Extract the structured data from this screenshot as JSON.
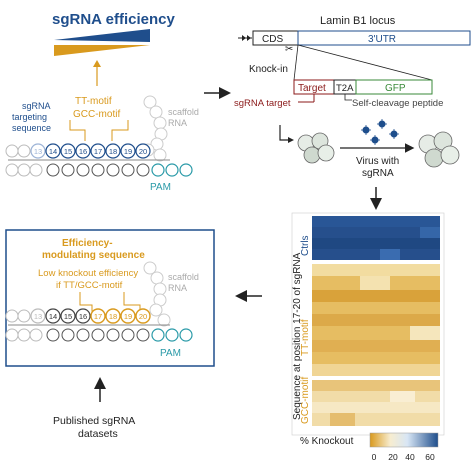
{
  "efficiency": {
    "title": "sgRNA efficiency",
    "targeting_label_1": "sgRNA",
    "targeting_label_2": "targeting",
    "targeting_label_3": "sequence",
    "motif_1": "TT-motif",
    "motif_2": "GCC-motif",
    "scaffold_1": "scaffold",
    "scaffold_2": "RNA",
    "positions": [
      "13",
      "14",
      "15",
      "16",
      "17",
      "18",
      "19",
      "20"
    ],
    "pam": "PAM"
  },
  "locus": {
    "title": "Lamin B1 locus",
    "cds": "CDS",
    "utr": "3'UTR",
    "knockin": "Knock-in",
    "target": "Target",
    "t2a": "T2A",
    "gfp": "GFP",
    "sgrna_target": "sgRNA target",
    "self_cleavage": "Self-cleavage peptide",
    "virus_1": "Virus with",
    "virus_2": "sgRNA"
  },
  "heatmap": {
    "ylabel": "Sequence at position 17-20 of sgRNA",
    "groups": [
      "Ctrls",
      "TT-motif",
      "GCC-motif"
    ],
    "legend_label": "% Knockout",
    "ticks": [
      "0",
      "20",
      "40",
      "60"
    ]
  },
  "modulating": {
    "title_1": "Efficiency-",
    "title_2": "modulating sequence",
    "note_1": "Low knockout efficiency",
    "note_2": "if TT/GCC-motif",
    "scaffold_1": "scaffold",
    "scaffold_2": "RNA",
    "positions": [
      "13",
      "14",
      "15",
      "16",
      "17",
      "18",
      "19",
      "20"
    ],
    "pam": "PAM"
  },
  "published": {
    "line_1": "Published sgRNA",
    "line_2": "datasets"
  },
  "colors": {
    "blue": "#1f4e8c",
    "orange": "#d99a1e",
    "red": "#8b1a1a",
    "green": "#3a8a3a",
    "teal": "#2a9aa8",
    "light_blue": "#6a8fc4",
    "grey": "#bbbbbb"
  }
}
